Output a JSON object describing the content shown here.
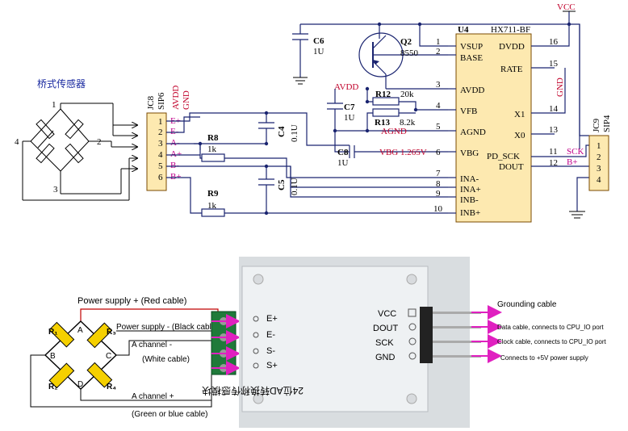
{
  "schematic": {
    "bridge_label": "桥式传感器",
    "bridge_pins": [
      "1",
      "2",
      "3",
      "4"
    ],
    "jc8": {
      "ref": "JC8",
      "type": "SIP6",
      "pin_numbers": [
        "1",
        "2",
        "3",
        "4",
        "5",
        "6"
      ],
      "signals": [
        "E+",
        "E-",
        "A-",
        "A+",
        "B-",
        "B+"
      ],
      "avdd": "AVDD",
      "gnd": "GND"
    },
    "r8": {
      "ref": "R8",
      "value": "1k"
    },
    "r9": {
      "ref": "R9",
      "value": "1k"
    },
    "c4": {
      "ref": "C4",
      "value": "0.1U"
    },
    "c5": {
      "ref": "C5",
      "value": "0.1U"
    },
    "c6": {
      "ref": "C6",
      "value": "1U"
    },
    "c7": {
      "ref": "C7",
      "value": "1U"
    },
    "c8": {
      "ref": "C8",
      "value": "1U"
    },
    "q2": {
      "ref": "Q2",
      "value": "8550"
    },
    "r12": {
      "ref": "R12",
      "value": "20k"
    },
    "r13": {
      "ref": "R13",
      "value": "8.2k"
    },
    "avdd": "AVDD",
    "agnd": "AGND",
    "vbg": "VBG 1.265V",
    "vcc": "VCC",
    "gnd": "GND",
    "u4": {
      "ref": "U4",
      "part": "HX711-BF",
      "left_pins": [
        {
          "num": "1",
          "name": "VSUP"
        },
        {
          "num": "2",
          "name": "BASE"
        },
        {
          "num": "3",
          "name": "AVDD"
        },
        {
          "num": "4",
          "name": "VFB"
        },
        {
          "num": "5",
          "name": "AGND"
        },
        {
          "num": "6",
          "name": "VBG"
        },
        {
          "num": "7",
          "name": "INA-"
        },
        {
          "num": "8",
          "name": "INA+"
        },
        {
          "num": "9",
          "name": "INB-"
        },
        {
          "num": "10",
          "name": "INB+"
        }
      ],
      "right_pins": [
        {
          "num": "16",
          "name": "DVDD"
        },
        {
          "num": "15",
          "name": "RATE"
        },
        {
          "num": "14",
          "name": "X1"
        },
        {
          "num": "13",
          "name": "X0"
        },
        {
          "num": "11",
          "name": "PD_SCK"
        },
        {
          "num": "12",
          "name": "DOUT"
        }
      ]
    },
    "jc9": {
      "ref": "JC9",
      "type": "SIP4",
      "pin_numbers": [
        "1",
        "2",
        "3",
        "4"
      ],
      "sck": "SCK",
      "bplus": "B+"
    }
  },
  "wiring": {
    "bridge_resistors": [
      "R₁",
      "R₂",
      "R₃",
      "R₄"
    ],
    "bridge_nodes": [
      "A",
      "B",
      "C",
      "D"
    ],
    "labels": {
      "power_plus": "Power supply + (Red cable)",
      "power_minus": "Power supply - (Black cable)",
      "a_minus": "A channel -",
      "white": "(White cable)",
      "a_plus": "A channel +",
      "green": "(Green or blue cable)"
    },
    "board_left_pins": [
      "E+",
      "E-",
      "S-",
      "S+"
    ],
    "board_right_pins": [
      "VCC",
      "DOUT",
      "SCK",
      "GND"
    ],
    "board_title": "24位AD转换称传感模块",
    "right_labels": [
      "Grounding cable",
      "Data cable, connects to CPU_IO port",
      "Clock cable, connects to CPU_IO port",
      "Connects to +5V power supply"
    ]
  }
}
